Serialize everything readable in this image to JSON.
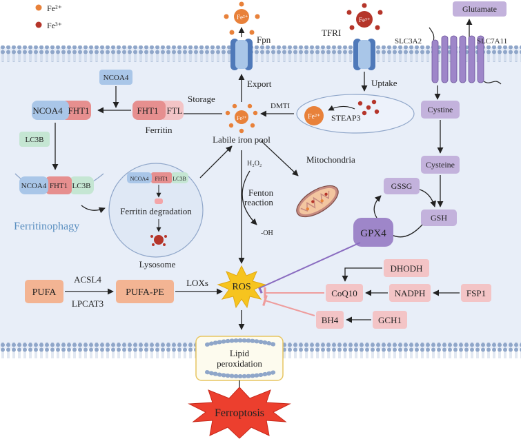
{
  "legend": {
    "fe2": "Fe²⁺",
    "fe3": "Fe³⁺",
    "fe2_color": "#e8813a",
    "fe3_color": "#b5352a"
  },
  "transporters": {
    "fpn": "Fpn",
    "tfr": "TFRI",
    "slc3a2": "SLC3A2",
    "slc7a11": "SLC7A11",
    "glutamate": "Glutamate"
  },
  "iron": {
    "export": "Export",
    "uptake": "Uptake",
    "storage": "Storage",
    "dmt": "DMTI",
    "steap3": "STEAP3",
    "fe_label": "Fe²⁺",
    "ion_small": "Fe²⁺",
    "ion_small_3": "Fe³⁺",
    "pool": "Labile iron pool",
    "mito": "Mitochondria",
    "h2o2": "H₂O₂",
    "fenton1": "Fenton",
    "fenton2": "reaction",
    "oh": "-OH"
  },
  "ferritinophagy": {
    "ncoa4_top": "NCOA4",
    "ncoa4": "NCOA4",
    "fht1": "FHT1",
    "ftl": "FTL",
    "ferritin": "Ferritin",
    "lc3b": "LC3B",
    "title": "Ferritinophagy",
    "degradation": "Ferritin degradation",
    "lysosome": "Lysosome",
    "mini_ncoa4": "NCOA4",
    "mini_fht1": "FHT1",
    "mini_lc3b": "LC3B"
  },
  "gsh": {
    "cystine": "Cystine",
    "cysteine": "Cysteine",
    "gssg": "GSSG",
    "gsh": "GSH",
    "gpx4": "GPX4"
  },
  "lipid": {
    "pufa": "PUFA",
    "acsl4": "ACSL4",
    "lpcat3": "LPCAT3",
    "pufa_pe": "PUFA-PE",
    "loxs": "LOXs",
    "ros": "ROS",
    "peroxidation1": "Lipid",
    "peroxidation2": "peroxidation",
    "ferroptosis": "Ferroptosis"
  },
  "fsp1": {
    "dhodh": "DHODH",
    "coq10": "CoQ10",
    "nadph": "NADPH",
    "fsp1": "FSP1",
    "bh4": "BH4",
    "gch1": "GCH1"
  },
  "colors": {
    "cell_fill": "#e8eef8",
    "membrane": "#8fa6c9",
    "purple_box": "#c3b2dc",
    "pink_box": "#f3c4c6",
    "orange_box": "#f3b493",
    "blue_box": "#a9c6e8",
    "red_box": "#e68f8f",
    "green_box": "#c5e6d3",
    "ros_fill": "#f6c41f",
    "ferroptosis_fill": "#ec3f2e"
  }
}
